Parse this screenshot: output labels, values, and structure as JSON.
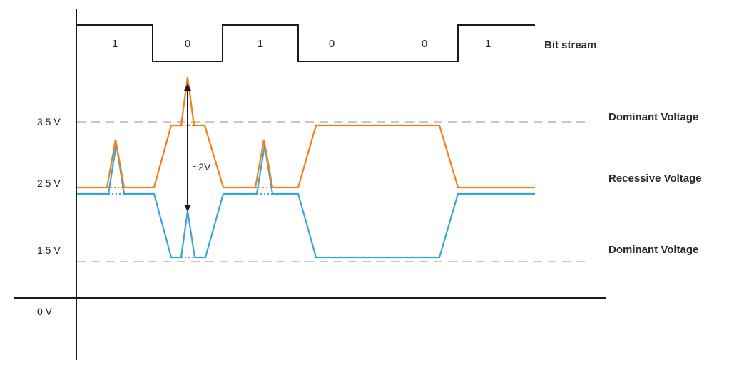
{
  "bit_stream": {
    "label": "Bit stream",
    "bits": [
      "1",
      "0",
      "1",
      "0",
      "0",
      "1"
    ]
  },
  "voltage_axis": {
    "ticks": [
      "3.5 V",
      "2.5 V",
      "1.5 V",
      "0 V"
    ]
  },
  "right_labels": {
    "dominant_high": "Dominant Voltage",
    "recessive": "Recessive Voltage",
    "dominant_low": "Dominant Voltage"
  },
  "differential": {
    "label": "~2V"
  },
  "colors": {
    "can_high": "#f07f1c",
    "can_low": "#37a5d6",
    "axis": "#1a1a1a",
    "reference": "#c8c8c8",
    "text": "#1f1f1f"
  }
}
